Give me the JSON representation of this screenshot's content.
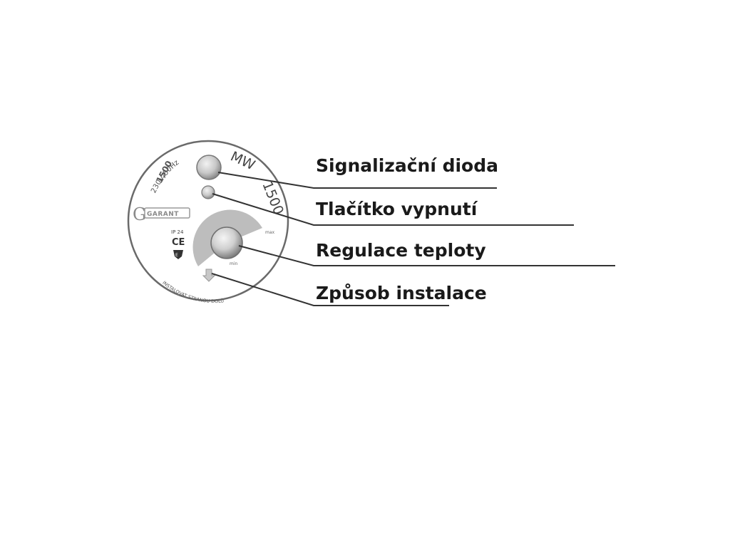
{
  "callouts": [
    {
      "label": "Signalizační dioda"
    },
    {
      "label": "Tlačítko vypnutí"
    },
    {
      "label": "Regulace teploty"
    },
    {
      "label": "Způsob instalace"
    }
  ],
  "device": {
    "voltage": "230V/50Hz",
    "power": "1500",
    "model_prefix": "MW",
    "model_number": "1500",
    "brand": "GARANT",
    "ip_rating": "IP 24",
    "ce_mark": "CE",
    "dial_max": "max",
    "dial_min": "min",
    "install_text": "INSTALOVAT STRANOU DOLŮ"
  },
  "colors": {
    "label_text": "#1a1a1a",
    "line": "#333333",
    "dial_gray": "#b8b8b8",
    "circle_outline": "#666666"
  }
}
